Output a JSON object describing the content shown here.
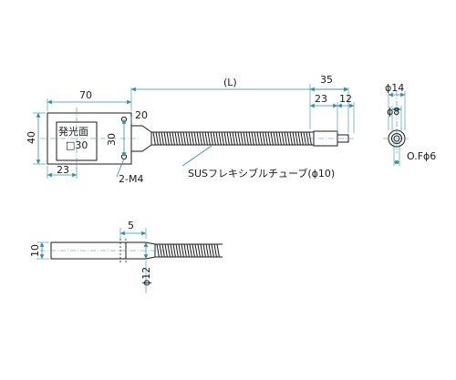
{
  "dimensions": {
    "top_length": "(L)",
    "plate_width": "70",
    "tip_length": "35",
    "tip_a": "23",
    "tip_b": "12",
    "plate_height": "40",
    "plate_inner_height": "30",
    "flange_width": "20",
    "face_offset": "23",
    "side_thickness": "10",
    "side_length": "5",
    "tube_dia": "ϕ12",
    "end_outer": "ϕ14",
    "end_inner": "ϕ8"
  },
  "labels": {
    "emit_face": "発光面",
    "emit_face_size": "□30",
    "screw": "2-M4",
    "tube": "SUSフレキシブルチューブ(ϕ10)",
    "fiber": "O.Fϕ6"
  },
  "colors": {
    "dimension": "#2b8fa6",
    "part": "#1a1a1a"
  }
}
